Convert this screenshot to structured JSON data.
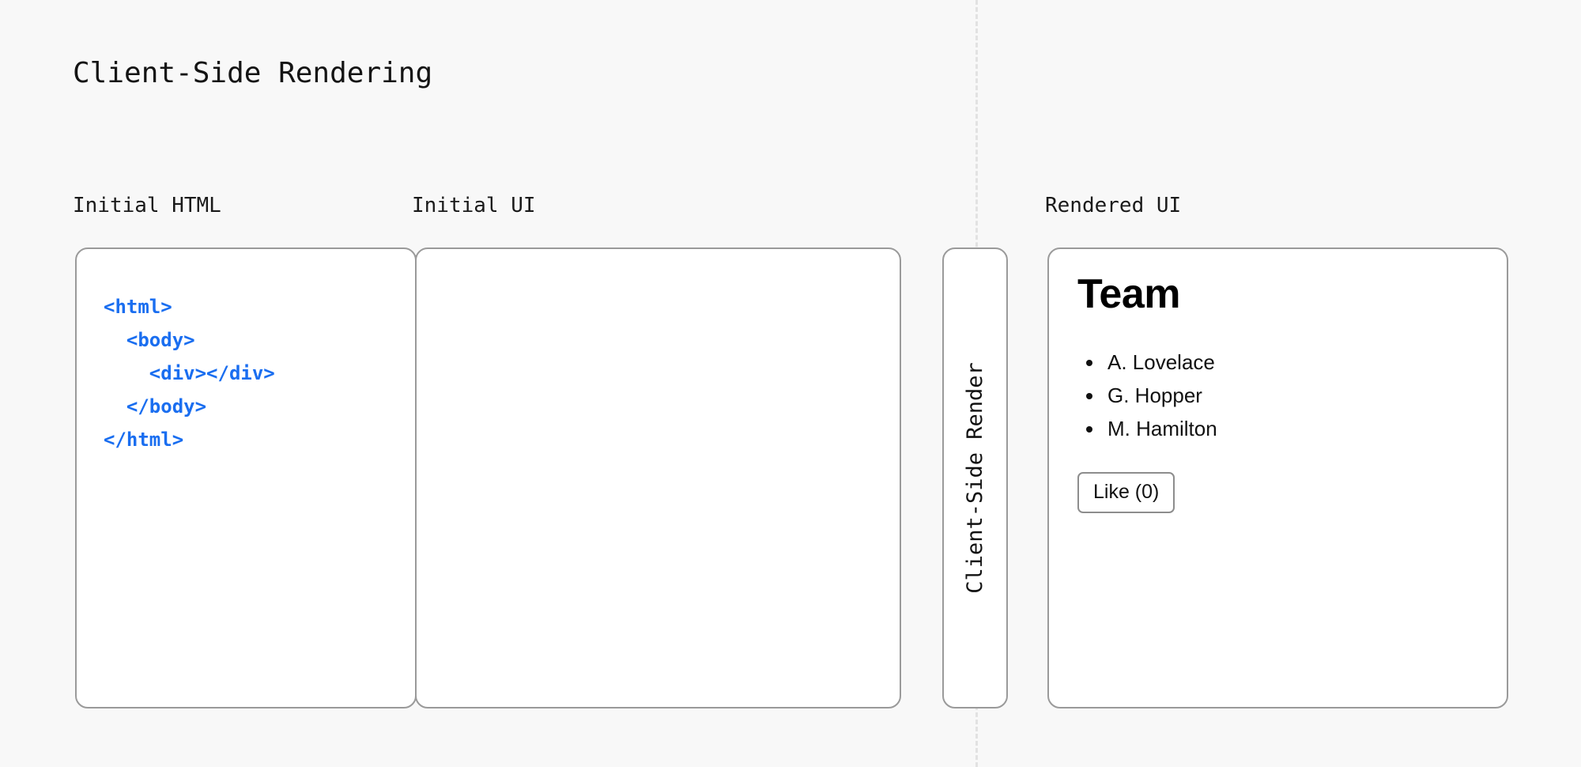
{
  "page": {
    "title": "Client-Side Rendering",
    "background_color": "#f8f8f8",
    "divider": {
      "style": "dashed",
      "color": "#e2e2e2",
      "orientation": "vertical"
    }
  },
  "captions": {
    "initial_html": "Initial HTML",
    "initial_ui": "Initial UI",
    "rendered_ui": "Rendered UI"
  },
  "initial_html_pane": {
    "code": "<html>\n  <body>\n    <div></div>\n  </body>\n</html>",
    "code_color": "#1a6ef0"
  },
  "initial_ui_pane": {
    "content": ""
  },
  "render_strip": {
    "label": "Client-Side Render"
  },
  "rendered_ui_pane": {
    "heading": "Team",
    "list": [
      "A. Lovelace",
      "G. Hopper",
      "M. Hamilton"
    ],
    "button_label": "Like (0)"
  }
}
